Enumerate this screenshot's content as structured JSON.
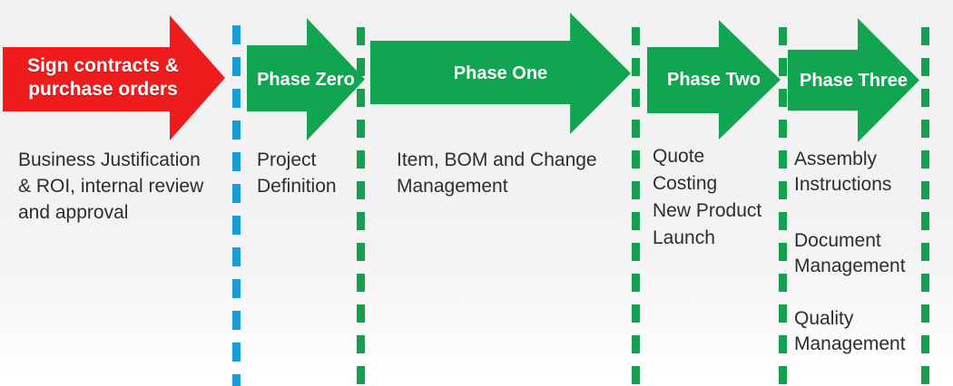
{
  "colors": {
    "red": "#ee1c1c",
    "green": "#12a551",
    "blue_dash": "#199cd8",
    "green_dash": "#14a04e",
    "text": "#2d2d2d",
    "arrow_text": "#ffffff",
    "background": "#f1f1f2"
  },
  "stages": [
    {
      "id": "sign-contracts",
      "arrow_label": "Sign contracts &\npurchase orders",
      "description": "Business Justification\n& ROI, internal review\nand approval"
    },
    {
      "id": "phase-zero",
      "arrow_label": "Phase Zero",
      "description": "Project\nDefinition"
    },
    {
      "id": "phase-one",
      "arrow_label": "Phase One",
      "description": "Item, BOM and Change\nManagement"
    },
    {
      "id": "phase-two",
      "arrow_label": "Phase Two",
      "description": "Quote\nCosting\nNew Product\nLaunch"
    },
    {
      "id": "phase-three",
      "arrow_label": "Phase Three",
      "descriptions": [
        "Assembly\nInstructions",
        "Document\nManagement",
        "Quality\nManagement"
      ]
    }
  ]
}
